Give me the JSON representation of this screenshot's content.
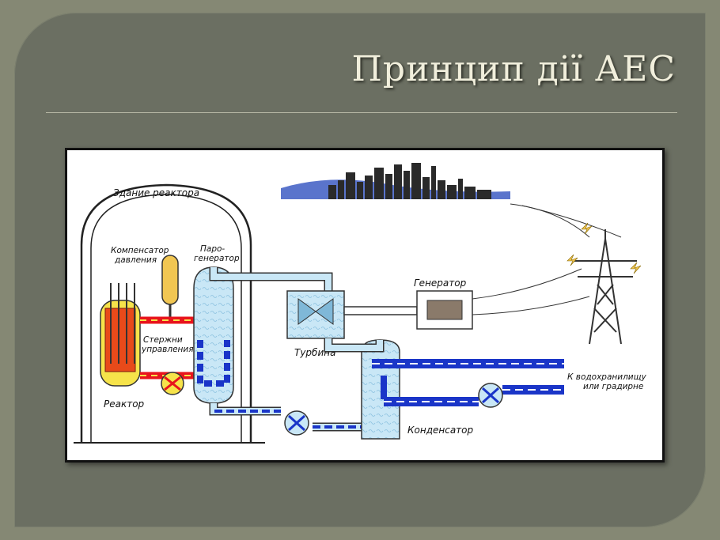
{
  "slide": {
    "title": "Принцип дії АЕС"
  },
  "diagram": {
    "labels": {
      "reactor_building": "Здание реактора",
      "pressurizer_line1": "Компенсатор",
      "pressurizer_line2": "давления",
      "steam_gen_line1": "Паро-",
      "steam_gen_line2": "генератор",
      "control_rods_line1": "Стержни",
      "control_rods_line2": "управления",
      "reactor": "Реактор",
      "turbine": "Турбина",
      "generator": "Генератор",
      "condenser": "Конденсатор",
      "reservoir_line1": "К водохранилищу",
      "reservoir_line2": "или градирне"
    },
    "colors": {
      "hot_loop": "#e8141c",
      "cold_loop": "#1a35c8",
      "steam": "#b6dcf0",
      "reactor_yellow": "#f6e34a",
      "pressurizer": "#f1c652",
      "city": "#2a2a2a",
      "water": "#5a74cc"
    }
  }
}
